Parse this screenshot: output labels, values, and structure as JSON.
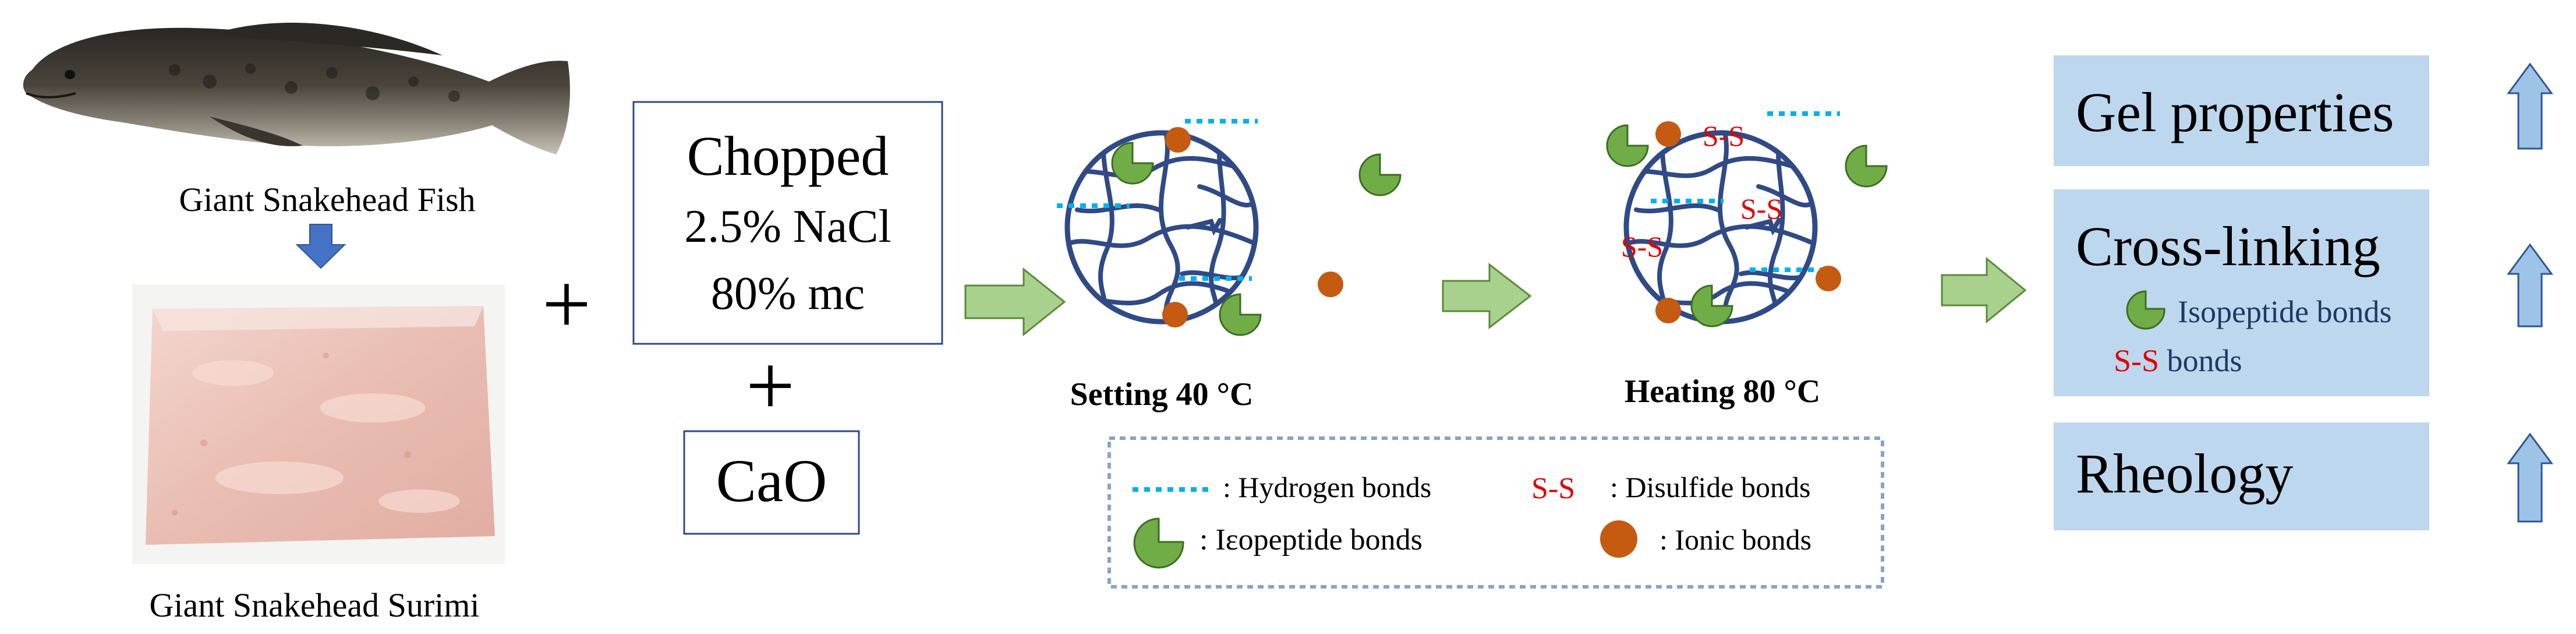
{
  "fish": {
    "caption": "Giant Snakehead Fish"
  },
  "surimi": {
    "caption": "Giant Snakehead Surimi"
  },
  "plus_signs": [
    "+",
    "+"
  ],
  "process_box": {
    "lines": [
      "Chopped",
      "2.5% NaCl",
      "80% mc"
    ]
  },
  "cao_box": {
    "label": "CaO"
  },
  "stages": [
    {
      "label": "Setting 40 °C"
    },
    {
      "label": "Heating 80 °C"
    }
  ],
  "network": {
    "heating_ss_labels": [
      "S-S",
      "S-S",
      "S-S"
    ]
  },
  "legend": {
    "hydrogen": ": Hydrogen bonds",
    "ss_symbol": "S-S",
    "disulfide": ": Disulfide bonds",
    "isopeptide": ": Iεopeptide bonds",
    "ionic": ": Ionic bonds"
  },
  "results": [
    {
      "title": "Gel properties"
    },
    {
      "title": "Cross-linking",
      "sub1": "Isopeptide bonds",
      "sub2_symbol": "S-S",
      "sub2_text": " bonds"
    },
    {
      "title": "Rheology"
    }
  ],
  "colors": {
    "network_line": "#2f4a86",
    "ionic": "#c55a11",
    "isopeptide_fill": "#70ad47",
    "isopeptide_stroke": "#3b6e22",
    "hydrogen": "#00b0f0",
    "ss": "#e00000",
    "result_box": "#bdd7ee",
    "flow_arrow": "#a9d18e",
    "down_arrow": "#4472c4",
    "up_arrow": "#9dc3e6"
  },
  "icons": [
    "fish-photo",
    "surimi-photo",
    "flow-arrow",
    "down-arrow",
    "up-arrow"
  ]
}
